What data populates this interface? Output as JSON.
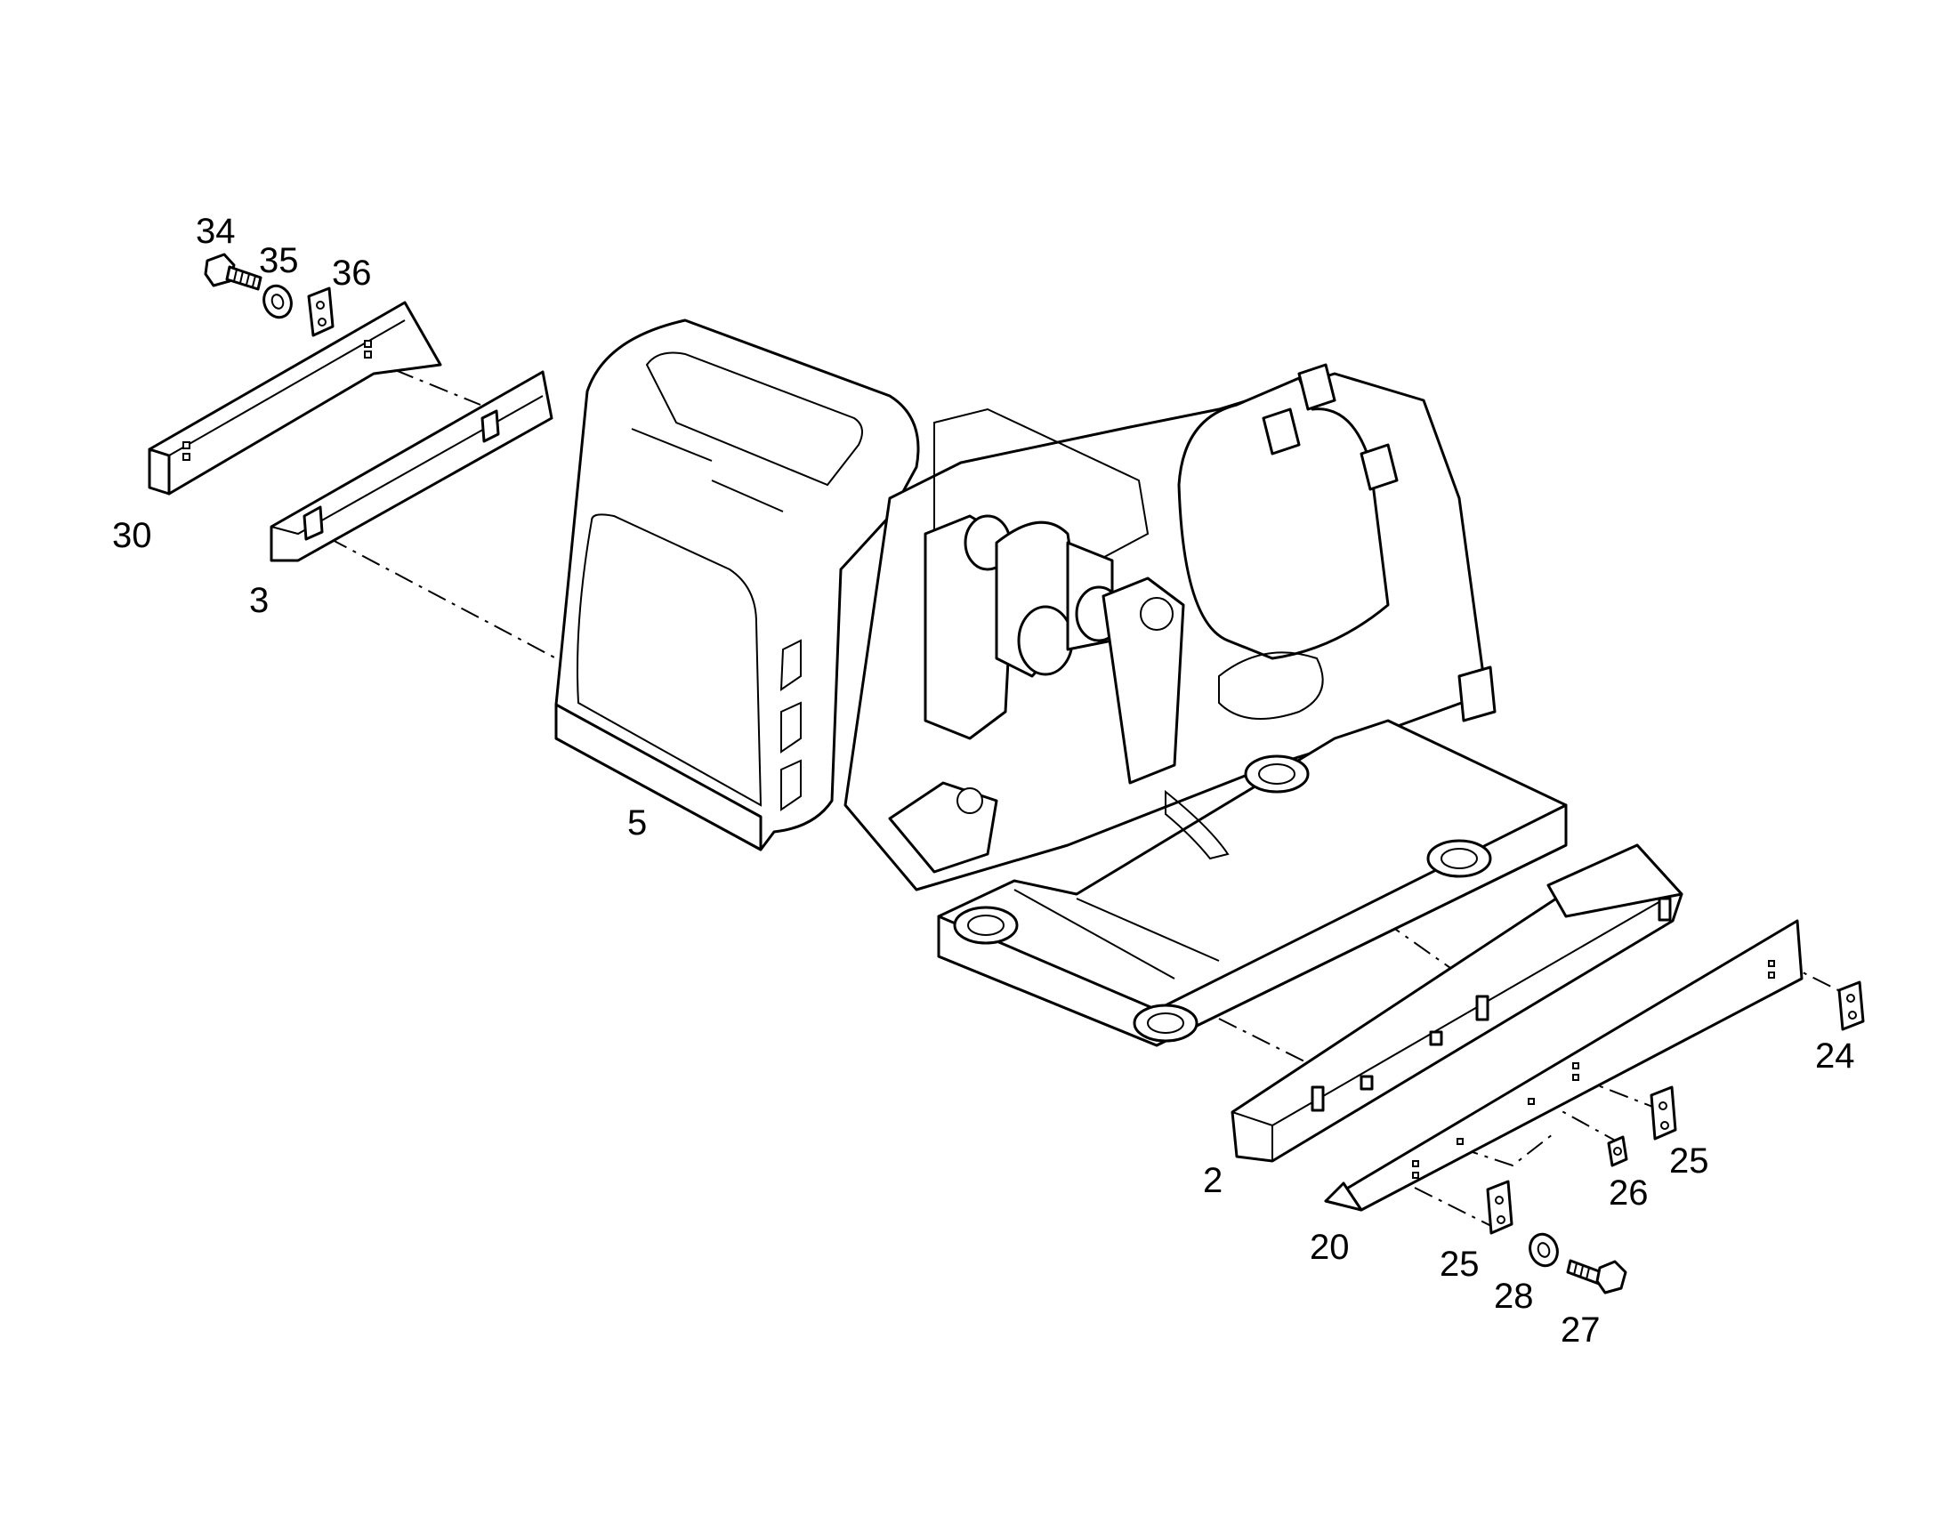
{
  "diagram": {
    "type": "exploded-parts-view",
    "line_color": "#000000",
    "background": "#ffffff"
  },
  "callouts": {
    "c34": "34",
    "c35": "35",
    "c36": "36",
    "c30": "30",
    "c3": "3",
    "c5": "5",
    "c2": "2",
    "c24": "24",
    "c25a": "25",
    "c26": "26",
    "c20": "20",
    "c25b": "25",
    "c28": "28",
    "c27": "27"
  }
}
